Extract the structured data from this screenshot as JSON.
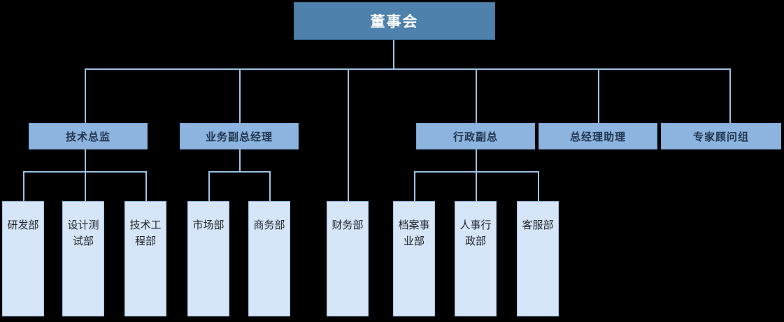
{
  "diagram": {
    "title_node": "董事会",
    "type": "organization-chart",
    "colors": {
      "level1_fill": "#4e81ac",
      "level1_text": "#ffffff",
      "level2_fill": "#8db4de",
      "level2_text": "#1f3552",
      "level3_fill": "#d6e5f7",
      "level3_text": "#20262c",
      "connector": "#9dc3e6",
      "background": "#000000"
    },
    "level1": [
      {
        "id": "board",
        "label": "董事会"
      }
    ],
    "level2": [
      {
        "id": "tech-director",
        "label": "技术总监"
      },
      {
        "id": "business-vp",
        "label": "业务副总经理"
      },
      {
        "id": "admin-vp",
        "label": "行政副总"
      },
      {
        "id": "gm-assistant",
        "label": "总经理助理"
      },
      {
        "id": "expert-group",
        "label": "专家顾问组"
      }
    ],
    "level3": [
      {
        "id": "rd-dept",
        "label": "研发部",
        "parent": "tech-director"
      },
      {
        "id": "design-test-dept",
        "label": "设计测试部",
        "parent": "tech-director"
      },
      {
        "id": "tech-eng-dept",
        "label": "技术工程部",
        "parent": "tech-director"
      },
      {
        "id": "market-dept",
        "label": "市场部",
        "parent": "business-vp"
      },
      {
        "id": "business-dept",
        "label": "商务部",
        "parent": "business-vp"
      },
      {
        "id": "finance-dept",
        "label": "财务部",
        "parent": "board"
      },
      {
        "id": "archive-dept",
        "label": "档案事业部",
        "parent": "admin-vp"
      },
      {
        "id": "hr-admin-dept",
        "label": "人事行政部",
        "parent": "admin-vp"
      },
      {
        "id": "service-dept",
        "label": "客服部",
        "parent": "admin-vp"
      }
    ]
  }
}
